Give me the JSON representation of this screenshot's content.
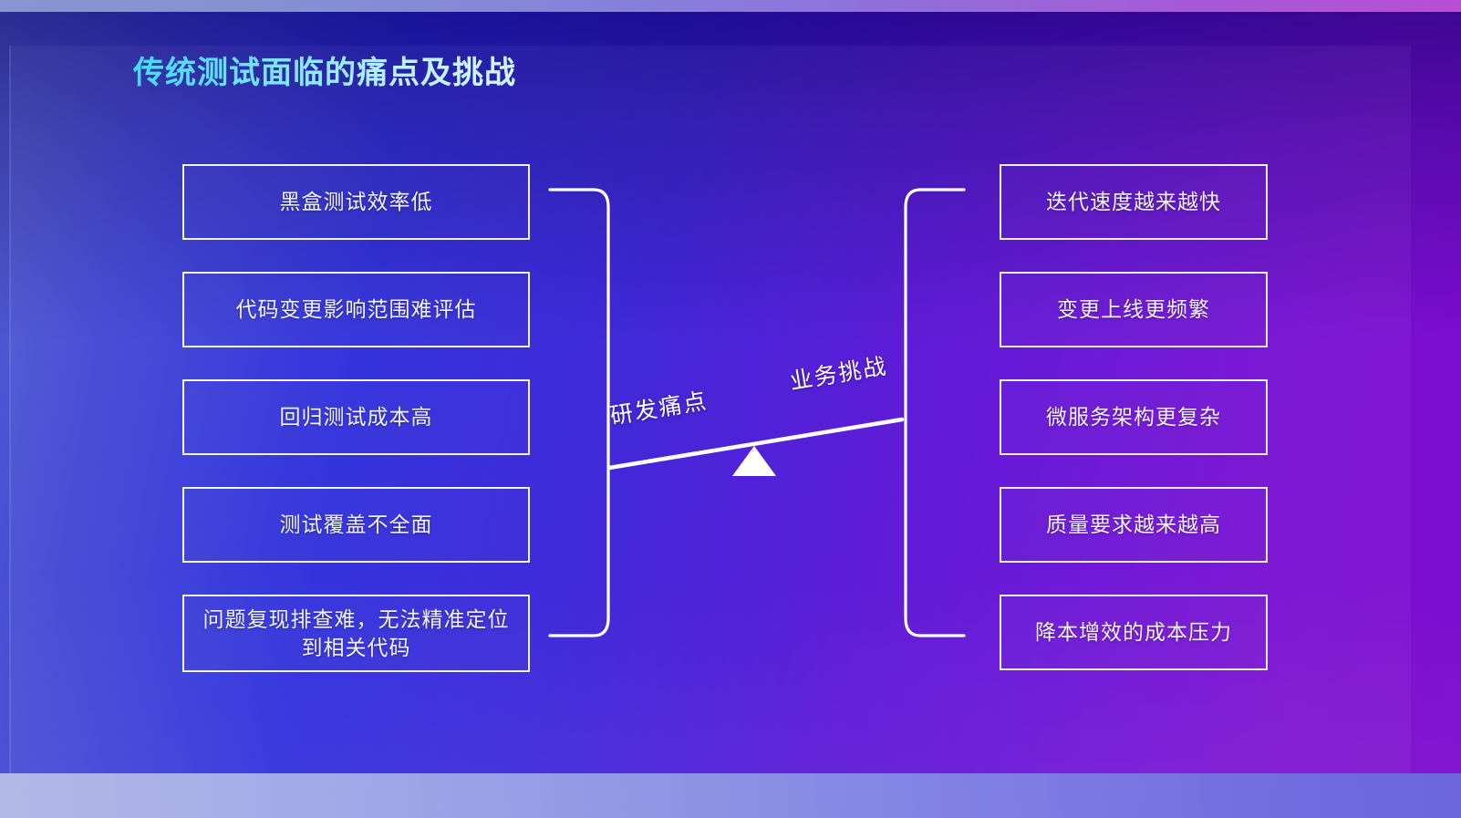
{
  "page": {
    "title": "传统测试面临的痛点及挑战"
  },
  "diagram": {
    "type": "balance-scale",
    "left_group": {
      "label": "研发痛点",
      "items": [
        "黑盒测试效率低",
        "代码变更影响范围难评估",
        "回归测试成本高",
        "测试覆盖不全面",
        "问题复现排查难，无法精准定位到相关代码"
      ]
    },
    "right_group": {
      "label": "业务挑战",
      "items": [
        "迭代速度越来越快",
        "变更上线更频繁",
        "微服务架构更复杂",
        "质量要求越来越高",
        "降本增效的成本压力"
      ]
    },
    "fulcrum": "triangle",
    "beam_tilt_degrees": -9.4,
    "tilt_meaning": "left side down / right side up"
  },
  "colors": {
    "title_gradient_start": "#45d9f5",
    "title_gradient_end": "#ffffff",
    "background_left": "#5360cf",
    "background_mid": "#2b2bdc",
    "background_right": "#7d0cce",
    "box_border": "#ffffff",
    "box_text": "#f2f3ff",
    "band_top_left": "#8f9fd6",
    "band_bottom_left": "#bcc4ea"
  }
}
